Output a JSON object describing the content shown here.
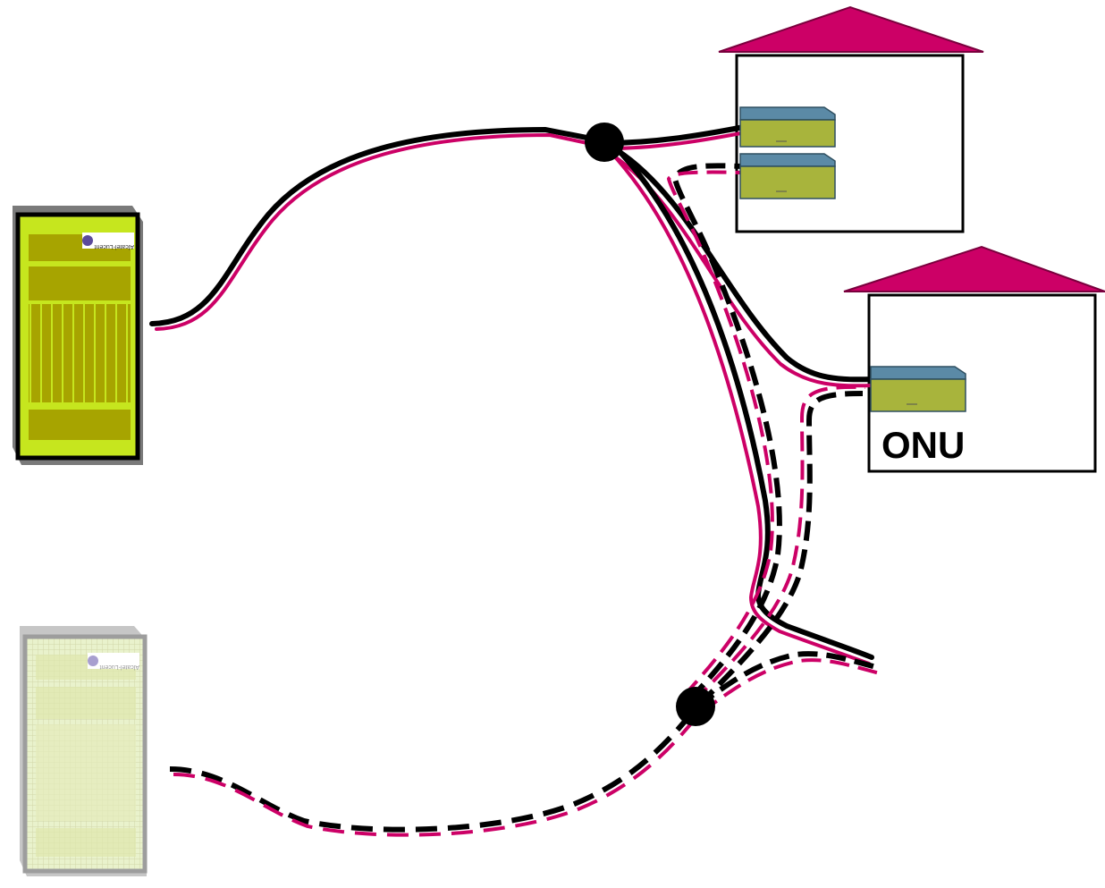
{
  "colors": {
    "fiber_dark": "#000000",
    "fiber_accent": "#cc0066",
    "roof": "#cc0066",
    "onu_top": "#5b8aa6",
    "onu_body": "#a8b43c",
    "olt_green": "#c6e61e",
    "olt_dark": "#a7a400"
  },
  "olt_primary": {
    "brand": "Alcatel-Lucent"
  },
  "olt_backup": {
    "brand": "Alcatel-Lucent"
  },
  "house_2": {
    "label": "ONU"
  }
}
